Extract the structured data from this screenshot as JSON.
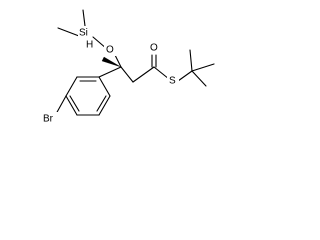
{
  "molecule": {
    "atoms": {
      "silicon": "Si",
      "silicon_hydrogen": "H",
      "ether_oxygen": "O",
      "carbonyl_oxygen": "O",
      "thioester_sulfur": "S",
      "bromine": "Br"
    }
  }
}
